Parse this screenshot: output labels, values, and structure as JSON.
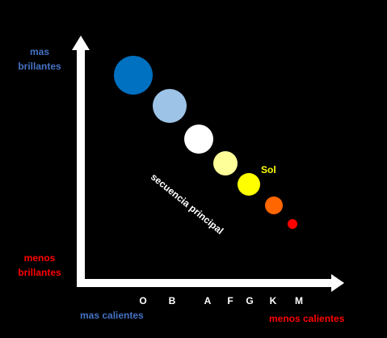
{
  "axis_labels": {
    "y_top": [
      "mas",
      "brillantes"
    ],
    "y_bottom": [
      "menos",
      "brillantes"
    ],
    "x_left": "mas calientes",
    "x_right": "menos calientes"
  },
  "spectral_classes": [
    "O",
    "B",
    "A",
    "F",
    "G",
    "K",
    "M"
  ],
  "main_sequence_label": "secuencia principal",
  "sun_label": "Sol",
  "stars": [
    {
      "class": "O",
      "color": "#0070c0"
    },
    {
      "class": "B",
      "color": "#9dc3e6"
    },
    {
      "class": "A",
      "color": "#ffffff"
    },
    {
      "class": "F",
      "color": "#ffff99"
    },
    {
      "class": "G",
      "color": "#ffff00",
      "sun": true
    },
    {
      "class": "K",
      "color": "#ff6600"
    },
    {
      "class": "M",
      "color": "#ff0000"
    }
  ],
  "colors": {
    "background": "#000000",
    "axis": "#ffffff",
    "bright_hot": "#4472c4",
    "dim_cool": "#ff0000",
    "sun": "#ffff00"
  }
}
